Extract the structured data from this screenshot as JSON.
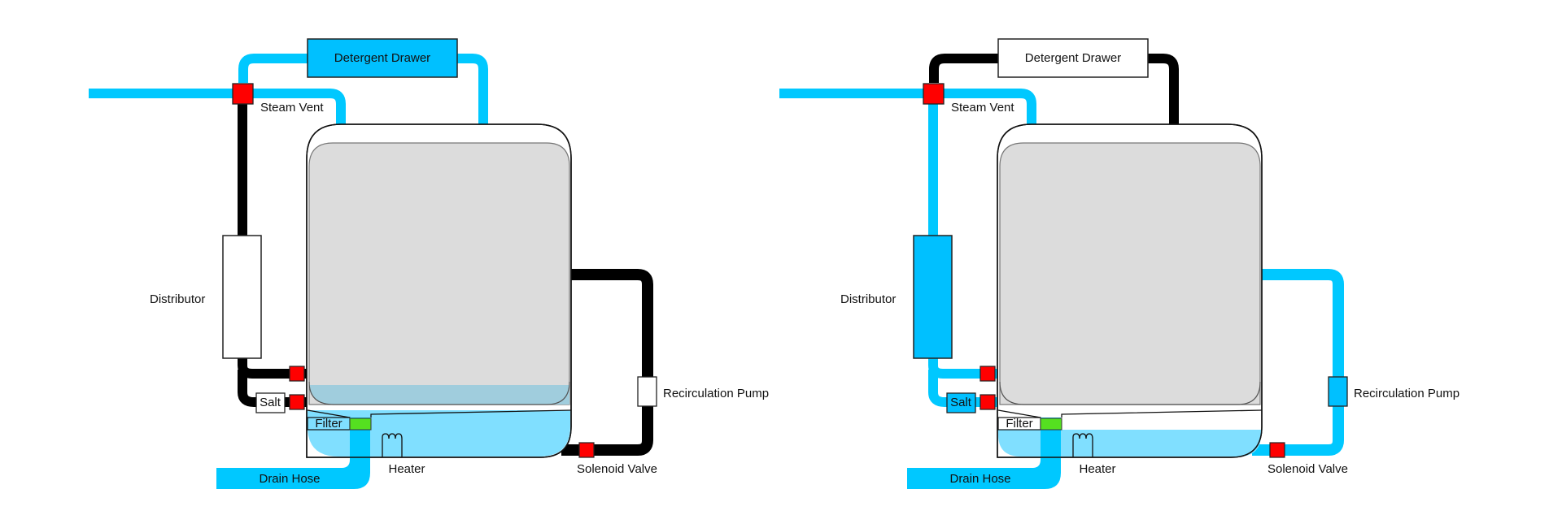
{
  "colors": {
    "water_pipe": "#00C8FF",
    "empty_pipe": "#000000",
    "component_active": "#00C0FF",
    "component_idle": "#FFFFFF",
    "valve": "#FF0000",
    "filter": "#55E020",
    "tub_gray": "#DCDCDC",
    "tub_water": "#A0CDDD",
    "sump_water": "#80DFFF"
  },
  "diagrams": [
    {
      "state": "fill",
      "labels": {
        "detergent_drawer": "Detergent Drawer",
        "steam_vent": "Steam Vent",
        "distributor": "Distributor",
        "salt": "Salt",
        "filter": "Filter",
        "heater": "Heater",
        "drain_hose": "Drain Hose",
        "solenoid_valve": "Solenoid Valve",
        "recirculation_pump": "Recirculation Pump"
      },
      "active": {
        "inlet": true,
        "drawer_loop": true,
        "steam_vent": true,
        "distributor_line": false,
        "recirculation": false,
        "spray_arms": false,
        "tub_water": true,
        "sump_full": true
      }
    },
    {
      "state": "wash",
      "labels": {
        "detergent_drawer": "Detergent Drawer",
        "steam_vent": "Steam Vent",
        "distributor": "Distributor",
        "salt": "Salt",
        "filter": "Filter",
        "heater": "Heater",
        "drain_hose": "Drain Hose",
        "solenoid_valve": "Solenoid Valve",
        "recirculation_pump": "Recirculation Pump"
      },
      "active": {
        "inlet": true,
        "drawer_loop": false,
        "steam_vent": true,
        "distributor_line": true,
        "recirculation": true,
        "spray_arms": true,
        "tub_water": false,
        "sump_full": false
      }
    }
  ]
}
